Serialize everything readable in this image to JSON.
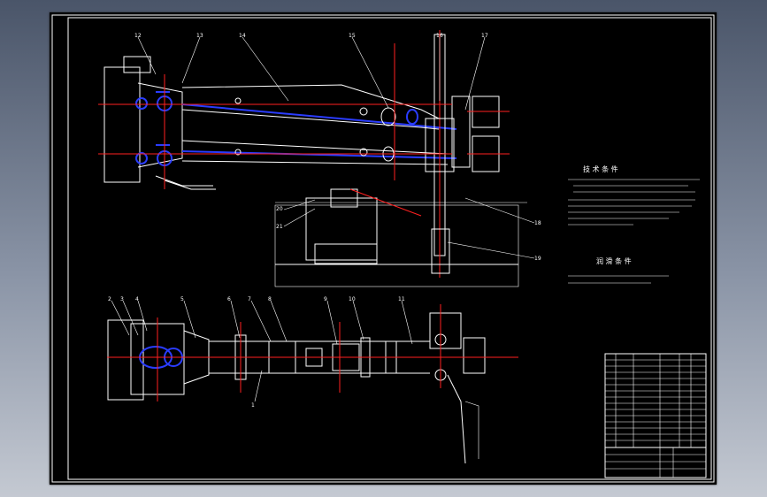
{
  "part_numbers": [
    "12",
    "13",
    "14",
    "15",
    "16",
    "17",
    "18",
    "19",
    "20",
    "21",
    "1",
    "2",
    "3",
    "4",
    "5",
    "6",
    "7",
    "8",
    "9",
    "10",
    "11"
  ],
  "technical_requirements": {
    "title": "技 术 条 件"
  },
  "lubrication": {
    "title": "润 滑 条 件"
  },
  "colors": {
    "sheet": "#000000",
    "line": "#ffffff",
    "centerline": "#ff2020",
    "hidden": "#2a3cff"
  }
}
